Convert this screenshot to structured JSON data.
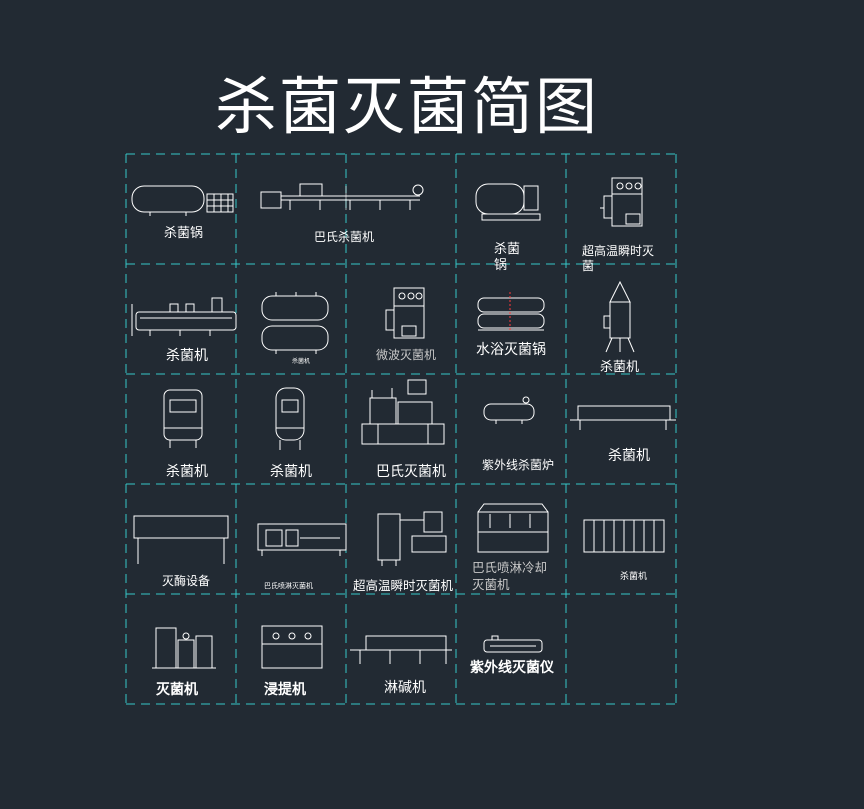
{
  "title": "杀菌灭菌简图",
  "items": [
    {
      "label": "杀菌锅"
    },
    {
      "label": "巴氏杀菌机"
    },
    {
      "label": "杀菌锅"
    },
    {
      "label": "超高温瞬时灭菌"
    },
    {
      "label": "杀菌机"
    },
    {
      "label": "杀菌机"
    },
    {
      "label": "微波灭菌机"
    },
    {
      "label": "水浴灭菌锅"
    },
    {
      "label": "杀菌机"
    },
    {
      "label": "杀菌机"
    },
    {
      "label": "杀菌机"
    },
    {
      "label": "巴氏灭菌机"
    },
    {
      "label": "紫外线杀菌炉"
    },
    {
      "label": "杀菌机"
    },
    {
      "label": "灭酶设备"
    },
    {
      "label": "巴氏喷淋灭菌机"
    },
    {
      "label": "超高温瞬时灭菌机"
    },
    {
      "label": "巴氏喷淋冷却灭菌机"
    },
    {
      "label": "杀菌机"
    },
    {
      "label": "灭菌机"
    },
    {
      "label": "浸提机"
    },
    {
      "label": "淋碱机"
    },
    {
      "label": "紫外线灭菌仪"
    }
  ],
  "colors": {
    "background": "#222a33",
    "grid": "#36c7c7",
    "drawing": "#ffffff",
    "accent": "#ff3b3b"
  }
}
